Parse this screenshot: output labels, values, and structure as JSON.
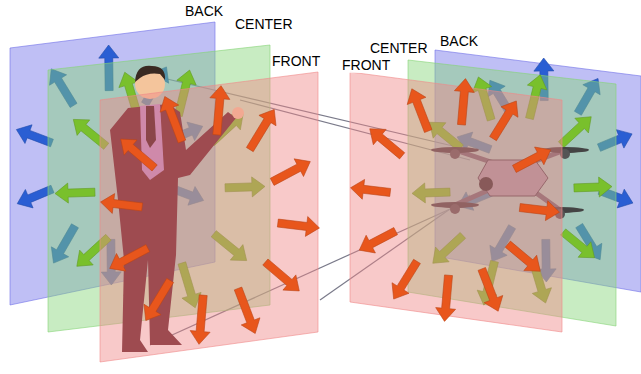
{
  "diagram": {
    "labels": [
      "BACK",
      "CENTER",
      "FRONT",
      "FRONT",
      "CENTER",
      "BACK"
    ]
  }
}
